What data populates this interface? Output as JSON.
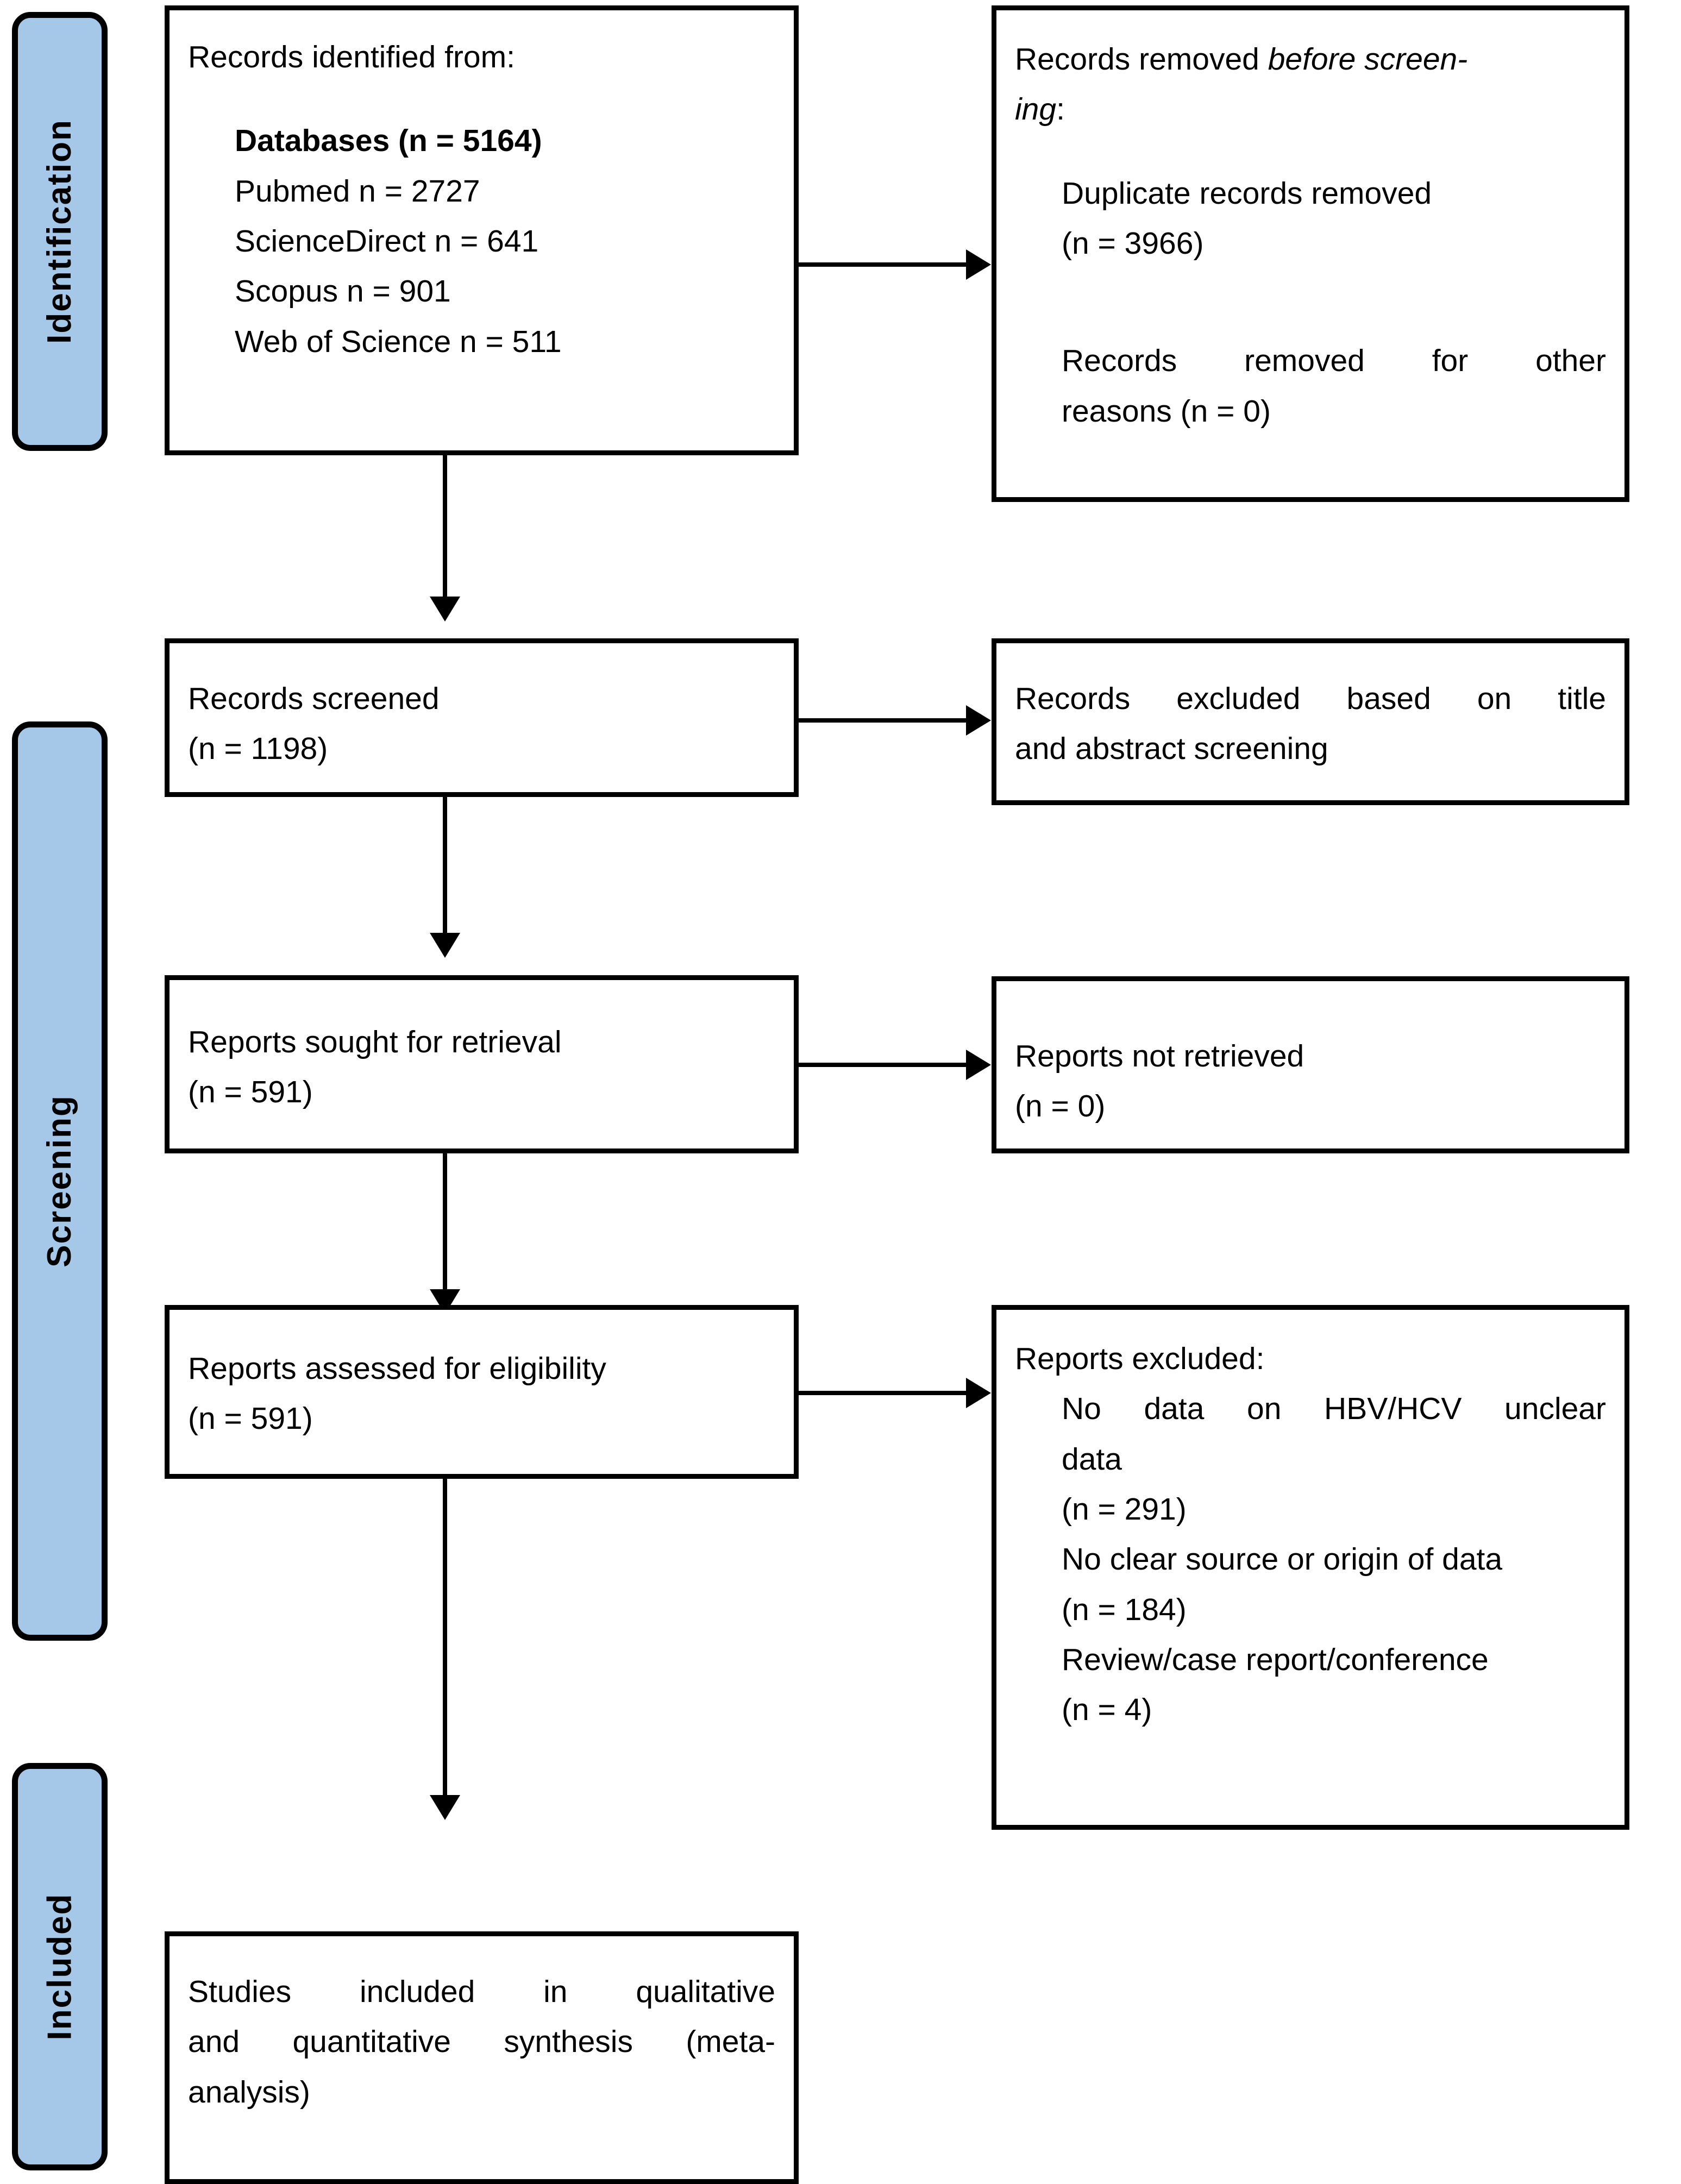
{
  "diagram": {
    "title": "PRISMA 2020 flow diagram",
    "accent_color": "#a5c8e8",
    "line_color": "#000000"
  },
  "stages": [
    {
      "id": "identification",
      "label": "Identification"
    },
    {
      "id": "screening",
      "label": "Screening"
    },
    {
      "id": "included",
      "label": "Included"
    }
  ],
  "boxes": {
    "identified": {
      "heading": "Records identified from:",
      "subheading_label": "Databases",
      "subheading_value": "(n = 5164)",
      "sources": [
        {
          "name": "Pubmed",
          "count": "n = 2727"
        },
        {
          "name": "ScienceDirect",
          "count": "n = 641"
        },
        {
          "name": "Scopus",
          "count": "n = 901"
        },
        {
          "name": "Web of Science",
          "count": "n = 511"
        }
      ]
    },
    "removed_before_screening": {
      "heading_plain": "Records removed ",
      "heading_italic_1": "before screen-",
      "heading_italic_2": "ing",
      "heading_colon": ":",
      "items": [
        {
          "label": "Duplicate records removed",
          "count": "(n = 3966)"
        },
        {
          "label": "Records removed for other",
          "label_2": "reasons (n = 0)"
        }
      ]
    },
    "records_screened": {
      "label": "Records screened",
      "count": "(n = 1198)"
    },
    "records_excluded": {
      "line_1": "Records excluded based on title",
      "line_2": "and abstract screening"
    },
    "reports_sought": {
      "label": "Reports sought for retrieval",
      "count": "(n = 591)"
    },
    "reports_not_retrieved": {
      "label": "Reports not retrieved",
      "count": "(n = 0)"
    },
    "reports_assessed": {
      "label": "Reports assessed for eligibility",
      "count": "(n = 591)"
    },
    "reports_excluded": {
      "heading": "Reports excluded:",
      "reasons": [
        {
          "line_1": "No data on HBV/HCV unclear",
          "line_2": "data",
          "count": "(n = 291)"
        },
        {
          "line_1": "No clear source or origin of data",
          "count": "(n = 184)"
        },
        {
          "line_1": "Review/case report/conference",
          "count": "(n = 4)"
        }
      ]
    },
    "studies_included": {
      "line_1": "Studies included in qualitative",
      "line_2": "and quantitative synthesis (meta-",
      "line_3": "analysis)"
    }
  }
}
